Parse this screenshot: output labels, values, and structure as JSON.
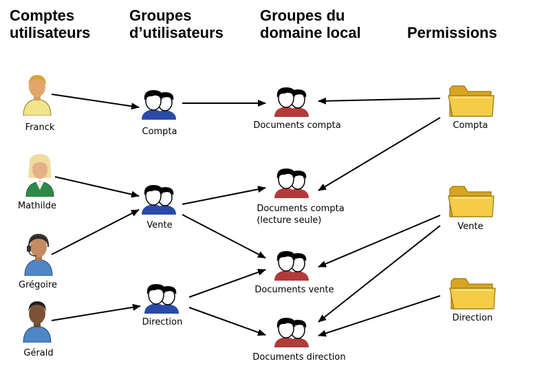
{
  "headers": {
    "users": "Comptes utilisateurs",
    "users_l1": "Comptes",
    "users_l2": "utilisateurs",
    "groups_l1": "Groupes",
    "groups_l2": "d’utilisateurs",
    "local_l1": "Groupes du",
    "local_l2": "domaine local",
    "perms": "Permissions"
  },
  "users": [
    {
      "name": "Franck",
      "icon": "user-blond-man-icon"
    },
    {
      "name": "Mathilde",
      "icon": "user-woman-icon"
    },
    {
      "name": "Grégoire",
      "icon": "user-headset-man-icon"
    },
    {
      "name": "Gérald",
      "icon": "user-dark-man-icon"
    }
  ],
  "groups": [
    {
      "name": "Compta",
      "icon": "group-icon"
    },
    {
      "name": "Vente",
      "icon": "group-icon"
    },
    {
      "name": "Direction",
      "icon": "group-icon"
    }
  ],
  "local_groups": [
    {
      "line1": "Documents compta",
      "line2": "",
      "icon": "group-red-icon"
    },
    {
      "line1": "Documents compta",
      "line2": "(lecture seule)",
      "icon": "group-red-icon"
    },
    {
      "line1": "Documents vente",
      "line2": "",
      "icon": "group-red-icon"
    },
    {
      "line1": "Documents direction",
      "line2": "",
      "icon": "group-red-icon"
    }
  ],
  "permissions": [
    {
      "name": "Compta",
      "icon": "folder-icon"
    },
    {
      "name": "Vente",
      "icon": "folder-icon"
    },
    {
      "name": "Direction",
      "icon": "folder-icon"
    }
  ],
  "colors": {
    "arrow": "#000000",
    "folder": "#f0c030",
    "group_shirt_blue": "#2a4aa8",
    "group_shirt_red": "#b23a3a"
  }
}
